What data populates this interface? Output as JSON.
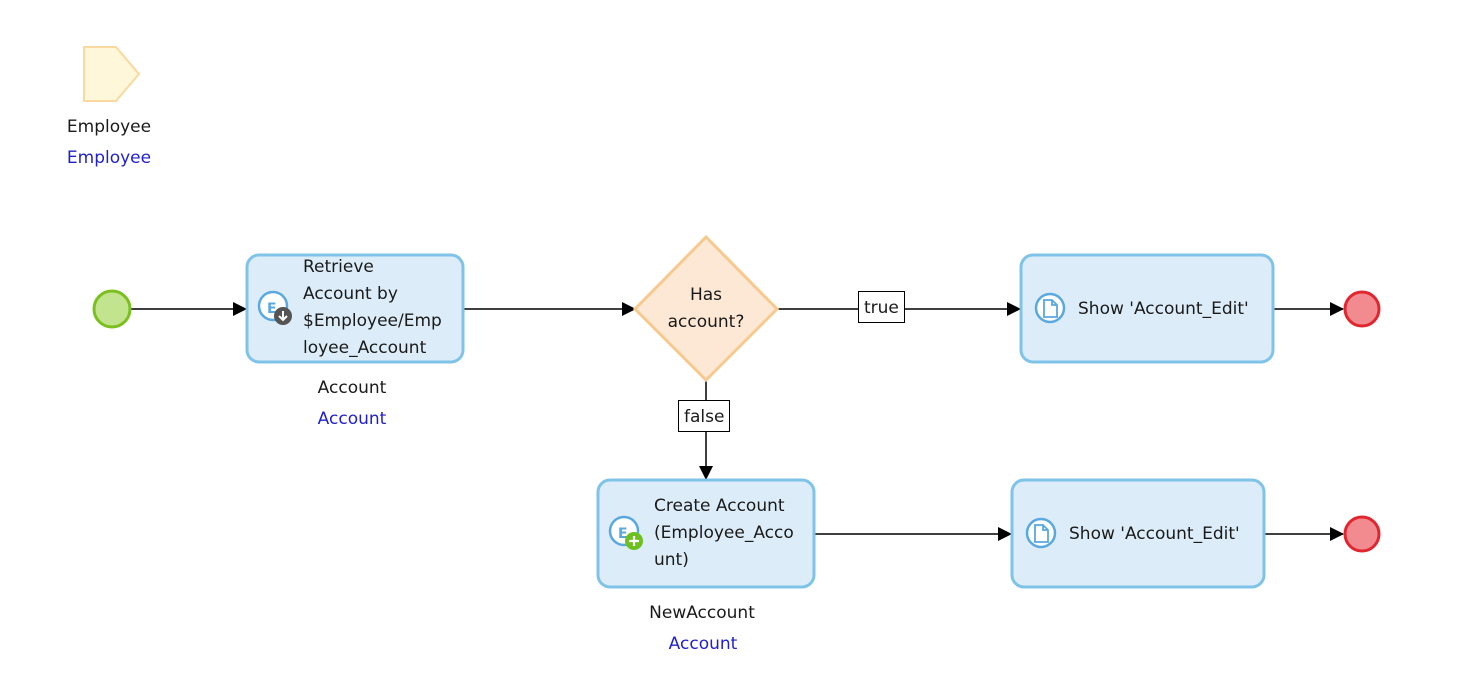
{
  "parameter": {
    "name": "Employee",
    "type": "Employee"
  },
  "nodes": {
    "retrieve": {
      "text_lines": [
        "Retrieve",
        "Account by",
        "$Employee/Emp",
        "loyee_Account"
      ],
      "output_name": "Account",
      "output_type": "Account",
      "icon": "retrieve-object-icon"
    },
    "decision": {
      "text_lines": [
        "Has",
        "account?"
      ]
    },
    "show_true": {
      "text": "Show 'Account_Edit'",
      "icon": "page-icon"
    },
    "create": {
      "text_lines": [
        "Create Account",
        "(Employee_Acco",
        "unt)"
      ],
      "output_name": "NewAccount",
      "output_type": "Account",
      "icon": "create-object-icon"
    },
    "show_false": {
      "text": "Show 'Account_Edit'",
      "icon": "page-icon"
    }
  },
  "flow_labels": {
    "true": "true",
    "false": "false"
  },
  "colors": {
    "start_fill": "#c3e48f",
    "start_stroke": "#7ac01f",
    "end_fill": "#f28b8f",
    "end_stroke": "#e0262f",
    "activity_fill": "#dcedf9",
    "activity_stroke": "#7fc3e8",
    "decision_fill": "#fde8d6",
    "decision_stroke": "#f7c98e",
    "parameter_fill": "#fff7d9",
    "parameter_stroke": "#f9d9a0",
    "output_type_text": "#1f1fcc"
  }
}
